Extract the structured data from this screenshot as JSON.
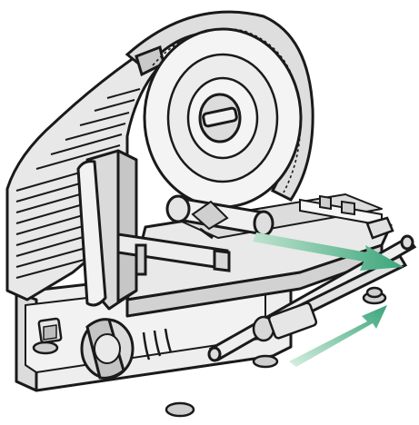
{
  "diagram": {
    "subject": "meat-slicer-line-illustration",
    "colors": {
      "background": "#ffffff",
      "line": "#1a1a1a",
      "body_fill": "#eeeeee",
      "blade_fill": "#f4f4f4",
      "shadow_fill": "#cfcfcf",
      "arrow_accent": "#3aa57a",
      "arrow_accent_light": "#bfe3cf"
    },
    "arrows": [
      {
        "name": "push-arrow",
        "direction": "forward-right"
      },
      {
        "name": "return-arrow",
        "direction": "back-up-right"
      }
    ]
  }
}
